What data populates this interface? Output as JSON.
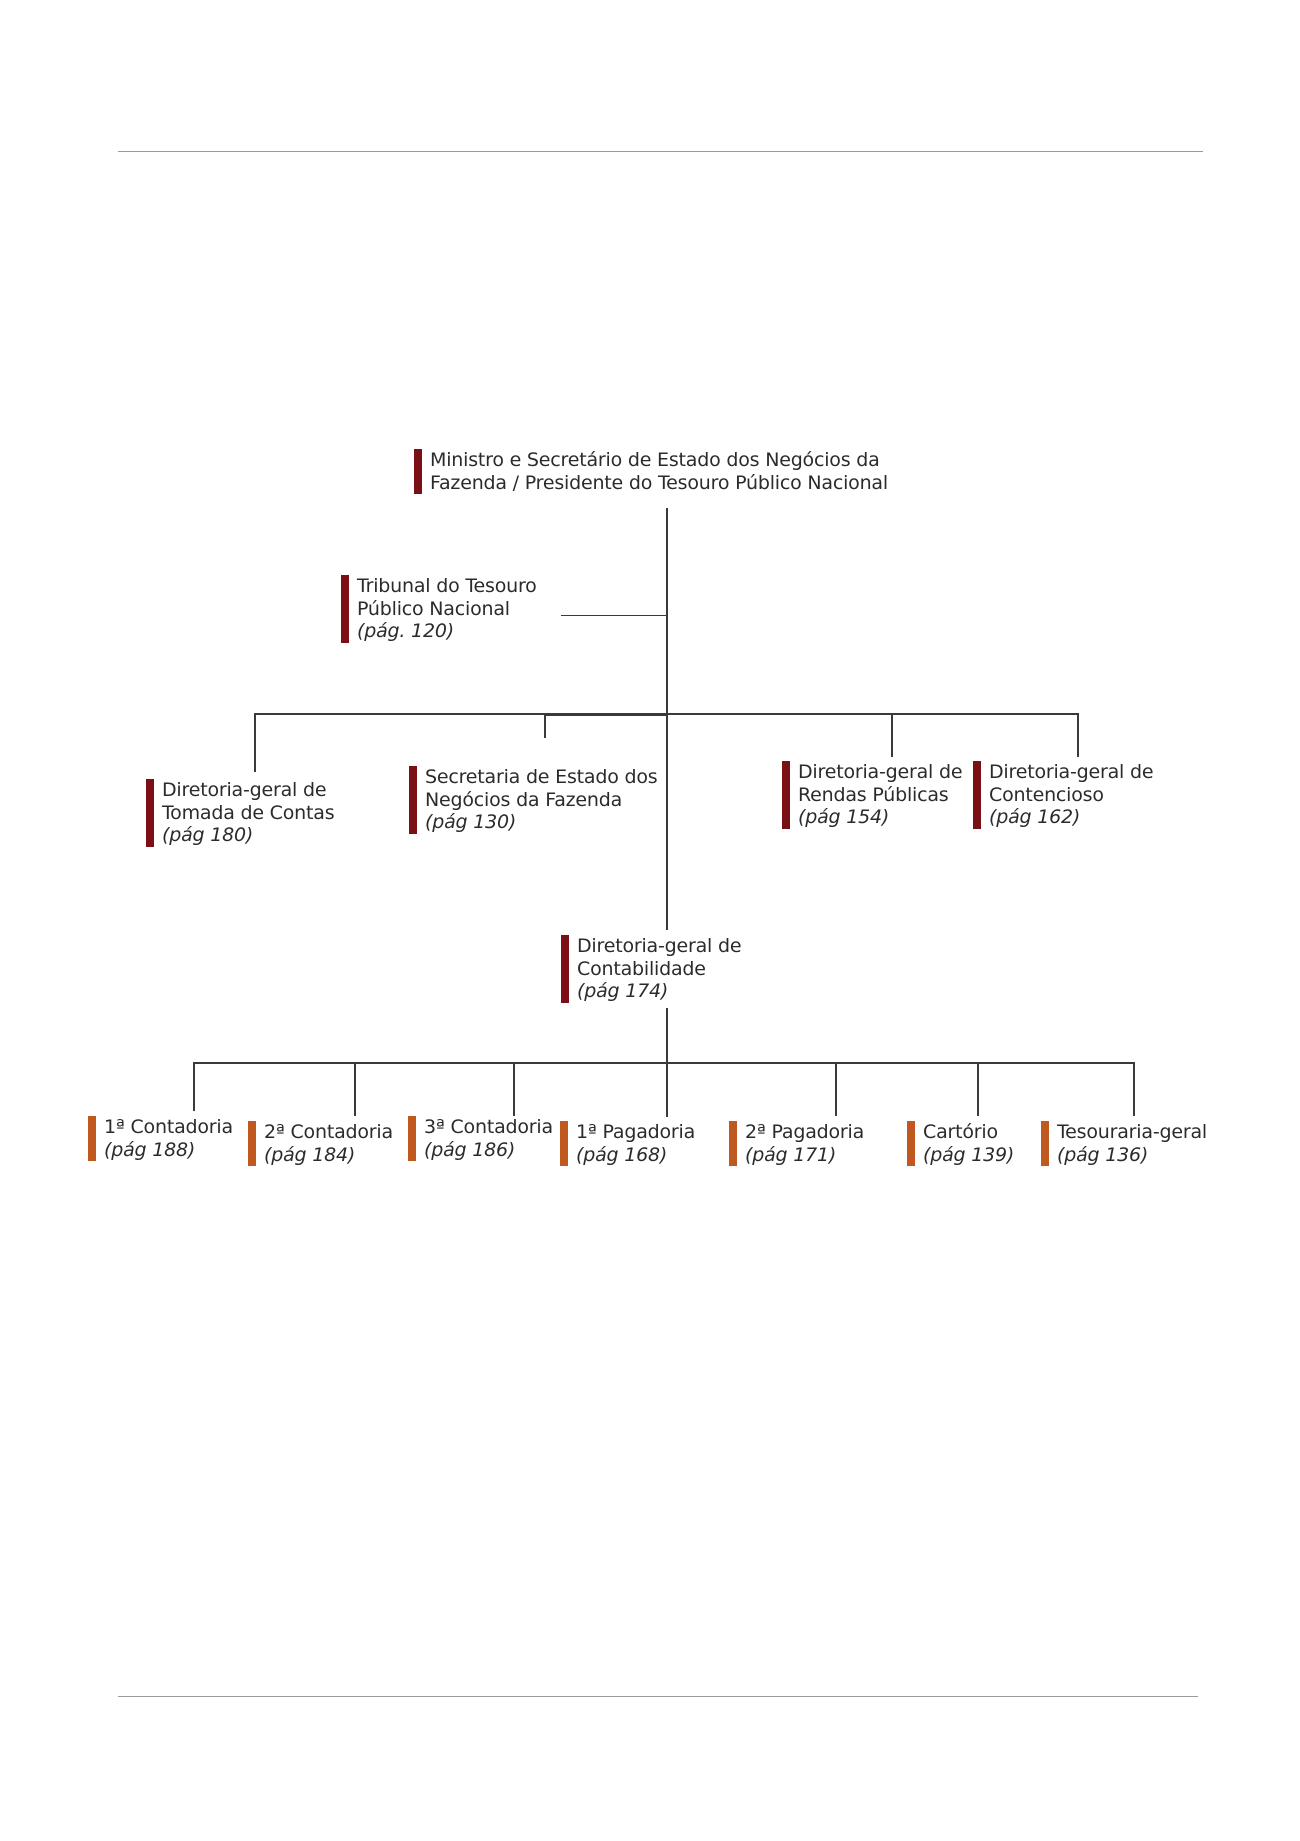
{
  "colors": {
    "level1": "#7a1016",
    "level2": "#c0591f",
    "connector": "#3a3a3a",
    "rule": "#9a9a9a"
  },
  "nodes": {
    "ministro": {
      "line1": "Ministro e Secretário de Estado dos Negócios da",
      "line2": "Fazenda / Presidente do Tesouro Público Nacional"
    },
    "tribunal": {
      "line1": "Tribunal do Tesouro",
      "line2": "Público Nacional",
      "page": "(pág. 120)"
    },
    "tomada": {
      "line1": "Diretoria-geral de",
      "line2": "Tomada de Contas",
      "page": "(pág 180)"
    },
    "secretaria": {
      "line1": "Secretaria de Estado dos",
      "line2": "Negócios da Fazenda",
      "page": "(pág 130)"
    },
    "rendas": {
      "line1": "Diretoria-geral de",
      "line2": "Rendas Públicas",
      "page": "(pág 154)"
    },
    "contencioso": {
      "line1": "Diretoria-geral de",
      "line2": "Contencioso",
      "page": "(pág 162)"
    },
    "contabilidade": {
      "line1": "Diretoria-geral de",
      "line2": "Contabilidade",
      "page": "(pág 174)"
    }
  },
  "subunits": [
    {
      "label": "1ª Contadoria",
      "page": "(pág 188)"
    },
    {
      "label": "2ª Contadoria",
      "page": "(pág 184)"
    },
    {
      "label": "3ª Contadoria",
      "page": "(pág 186)"
    },
    {
      "label": "1ª Pagadoria",
      "page": "(pág 168)"
    },
    {
      "label": "2ª Pagadoria",
      "page": "(pág 171)"
    },
    {
      "label": "Cartório",
      "page": "(pág 139)"
    },
    {
      "label": "Tesouraria-geral",
      "page": "(pág 136)"
    }
  ]
}
